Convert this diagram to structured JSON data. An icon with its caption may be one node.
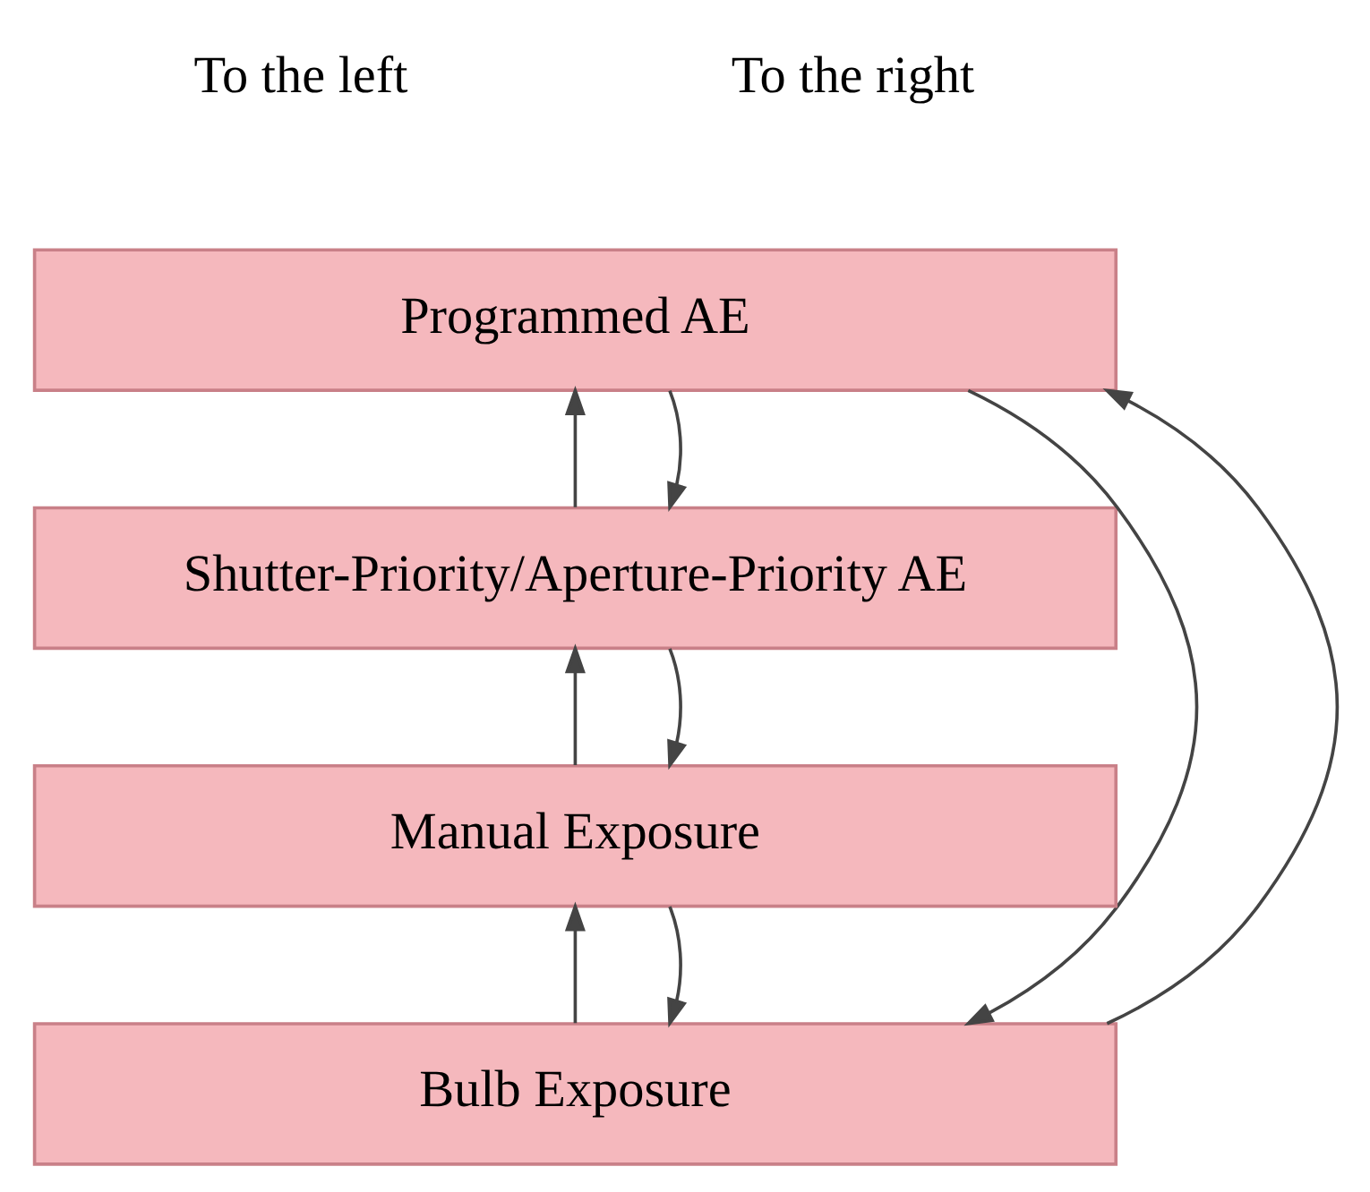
{
  "diagram": {
    "nodes": [
      {
        "text": [
          "Programmed AE"
        ]
      },
      {
        "text": [
          "Shutter-Priority/Aperture-Priority AE"
        ]
      },
      {
        "text": [
          "Manual Exposure"
        ]
      },
      {
        "text": [
          "Bulb Exposure"
        ]
      }
    ],
    "edges": [
      {
        "from": 3,
        "to": 2,
        "arrow": "to"
      },
      {
        "from": 2,
        "to": 1,
        "arrow": "to"
      },
      {
        "from": 1,
        "to": 0,
        "arrow": "to"
      },
      {
        "from": 0,
        "to": 3,
        "arrow": "to"
      },
      {
        "from": 0,
        "to": 1,
        "arrow": "to"
      },
      {
        "from": 1,
        "to": 2,
        "arrow": "to"
      },
      {
        "from": 2,
        "to": 3,
        "arrow": "to"
      },
      {
        "from": 3,
        "to": 0,
        "arrow": "to"
      }
    ],
    "labels": [
      "To the left",
      "To the right"
    ]
  }
}
